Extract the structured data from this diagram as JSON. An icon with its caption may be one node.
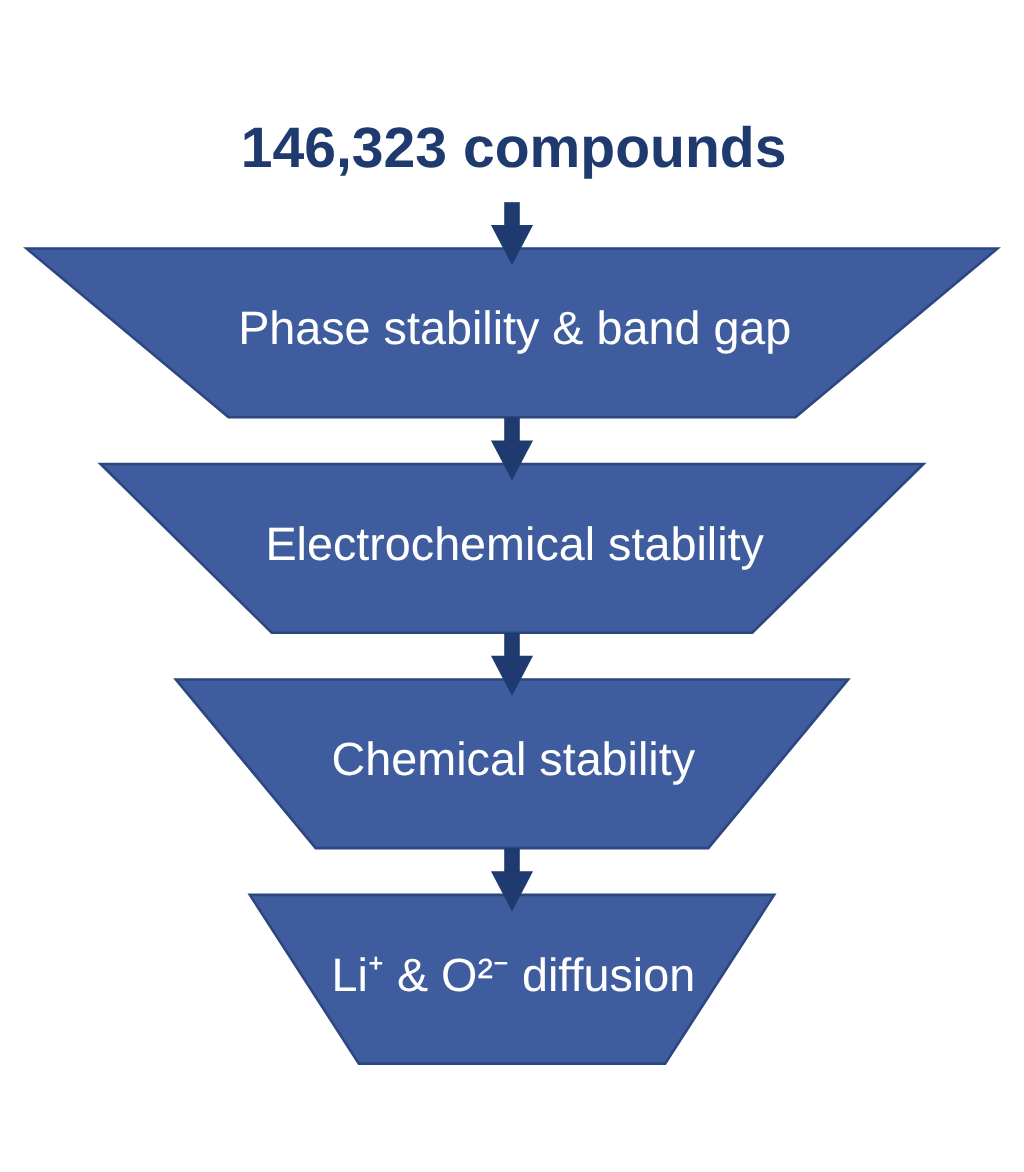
{
  "diagram": {
    "nodes": [
      {
        "text": [
          "146,323 compounds"
        ]
      },
      {
        "text": [
          "Phase stability & band gap"
        ]
      },
      {
        "text": [
          "Electrochemical stability"
        ]
      },
      {
        "text": [
          "Chemical stability"
        ]
      },
      {
        "text": [
          "Li⁺ & O²⁻ diffusion"
        ]
      }
    ],
    "edges": [
      {
        "from": 0,
        "to": 1,
        "arrow": "to"
      },
      {
        "from": 1,
        "to": 2,
        "arrow": "to"
      },
      {
        "from": 2,
        "to": 3,
        "arrow": "to"
      },
      {
        "from": 3,
        "to": 4,
        "arrow": "to"
      }
    ]
  }
}
